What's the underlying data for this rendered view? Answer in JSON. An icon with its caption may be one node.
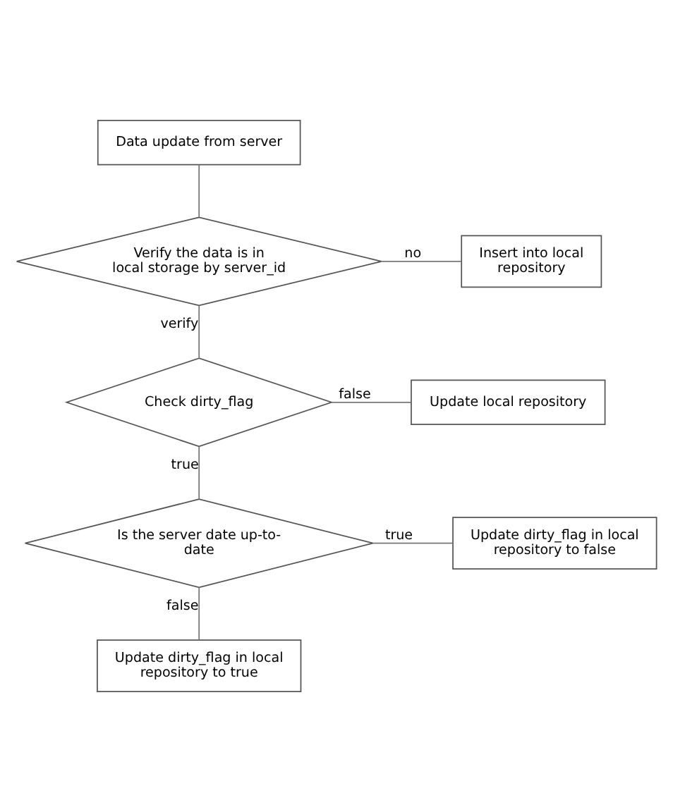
{
  "diagram": {
    "nodes": [
      {
        "text": [
          "Data update from server"
        ]
      },
      {
        "text": [
          "Verify the data is in local storage by server_id"
        ]
      },
      {
        "text": [
          "Insert into local repository"
        ]
      },
      {
        "text": [
          "Check dirty_flag"
        ]
      },
      {
        "text": [
          "Update local repository"
        ]
      },
      {
        "text": [
          "Is the server date up-to-date"
        ]
      },
      {
        "text": [
          "Update dirty_flag in local repository to false"
        ]
      },
      {
        "text": [
          "Update dirty_flag in local repository to true"
        ]
      }
    ],
    "edges": [
      {
        "from": 0,
        "to": 1,
        "arrow": "none"
      },
      {
        "from": 1,
        "to": 2,
        "arrow": "none",
        "label": "no"
      },
      {
        "from": 1,
        "to": 3,
        "arrow": "none",
        "label": "verify"
      },
      {
        "from": 3,
        "to": 4,
        "arrow": "none",
        "label": "false"
      },
      {
        "from": 3,
        "to": 5,
        "arrow": "none",
        "label": "true"
      },
      {
        "from": 5,
        "to": 6,
        "arrow": "none",
        "label": "true"
      },
      {
        "from": 5,
        "to": 7,
        "arrow": "none",
        "label": "false"
      }
    ]
  }
}
